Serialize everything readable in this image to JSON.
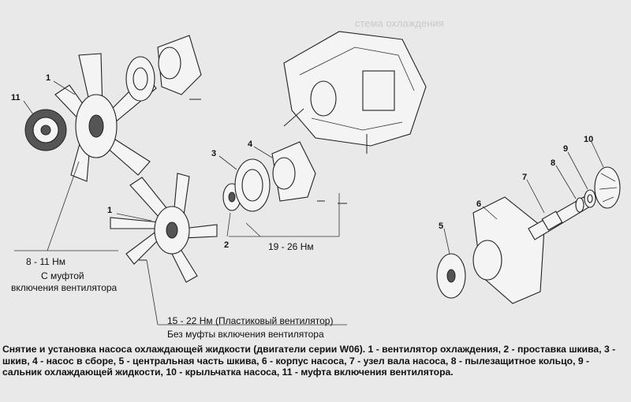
{
  "header_fragment": "стема охлаждения",
  "callouts": {
    "c1_top": "1",
    "c11": "11",
    "c1_low": "1",
    "c2": "2",
    "c3": "3",
    "c4": "4",
    "c5": "5",
    "c6": "6",
    "c7": "7",
    "c8": "8",
    "c9": "9",
    "c10": "10"
  },
  "torque": {
    "t1": "8 - 11 Нм",
    "t2": "19 - 26 Нм",
    "t3": "15 - 22 Нм (Пластиковый вентилятор)"
  },
  "notes": {
    "with_clutch_1": "С муфтой",
    "with_clutch_2": "включения вентилятора",
    "no_clutch": "Без муфты включения вентилятора"
  },
  "caption": {
    "p1": "Снятие и установка насоса охлаждающей жидкости (двигатели серии W06). 1 - вентилятор охлаждения, 2 - проставка шкива, 3 - шкив, 4 - насос в сборе, 5 - центральная часть шкива, 6 - корпус насоса, 7 - узел вала насоса, 8 - пылезащитное кольцо, 9 - сальник охлаждающей жидкости, 10 - крыльчатка насоса, 11 - муфта включения вентилятора."
  }
}
